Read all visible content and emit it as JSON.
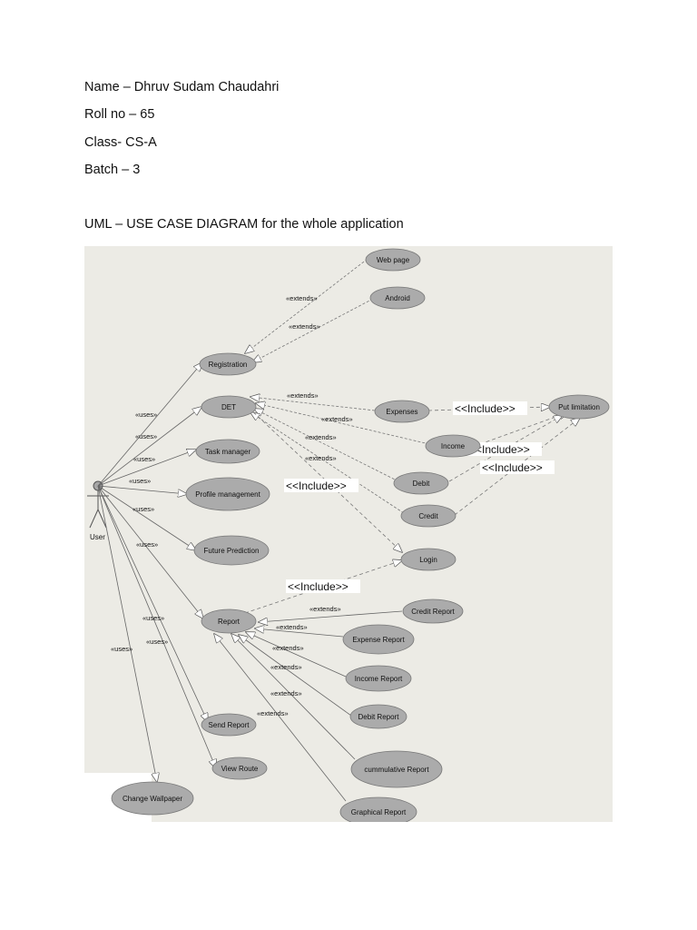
{
  "header": {
    "name": "Name – Dhruv Sudam Chaudahri",
    "roll": "Roll no – 65",
    "class": "Class- CS-A",
    "batch": "Batch – 3",
    "title": "UML – USE CASE DIAGRAM for the whole application"
  },
  "diagram": {
    "actor": "User",
    "use_cases": {
      "web_page": "Web page",
      "android": "Android",
      "registration": "Registration",
      "det": "DET",
      "expenses": "Expenses",
      "put_limitation": "Put limitation",
      "income": "Income",
      "debit": "Debit",
      "credit": "Credit",
      "task_manager": "Task manager",
      "profile_management": "Profile management",
      "future_prediction": "Future Prediction",
      "login": "Login",
      "report": "Report",
      "credit_report": "Credit Report",
      "expense_report": "Expense Report",
      "income_report": "Income Report",
      "debit_report": "Debit Report",
      "cummulative_report": "cummulative Report",
      "graphical_report": "Graphical Report",
      "send_report": "Send Report",
      "view_route": "View Route",
      "change_wallpaper": "Change Wallpaper"
    },
    "stereotypes": {
      "uses": "«uses»",
      "extends": "«extends»",
      "include": "<<Include>>"
    }
  }
}
